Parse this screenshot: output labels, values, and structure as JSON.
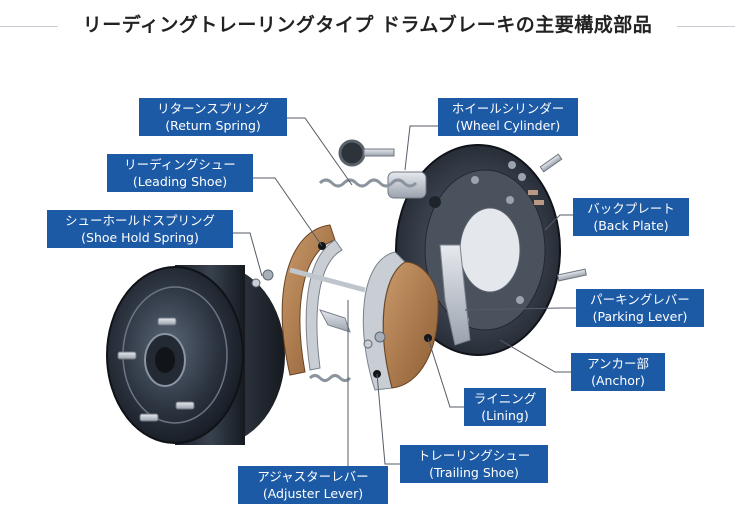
{
  "title": "リーディングトレーリングタイプ ドラムブレーキの主要構成部品",
  "parts": [
    {
      "jp": "リターンスプリング",
      "en": "(Return Spring)"
    },
    {
      "jp": "リーディングシュー",
      "en": "(Leading Shoe)"
    },
    {
      "jp": "シューホールドスプリング",
      "en": "(Shoe Hold Spring)"
    },
    {
      "jp": "ホイールシリンダー",
      "en": "(Wheel Cylinder)"
    },
    {
      "jp": "バックプレート",
      "en": "(Back Plate)"
    },
    {
      "jp": "パーキングレバー",
      "en": "(Parking Lever)"
    },
    {
      "jp": "アンカー部",
      "en": "(Anchor)"
    },
    {
      "jp": "ライニング",
      "en": "(Lining)"
    },
    {
      "jp": "トレーリングシュー",
      "en": "(Trailing Shoe)"
    },
    {
      "jp": "アジャスターレバー",
      "en": "(Adjuster Lever)"
    }
  ],
  "colors": {
    "callout": "#1c5aa6",
    "title_text": "#222222",
    "lining": "#b07a4a"
  }
}
